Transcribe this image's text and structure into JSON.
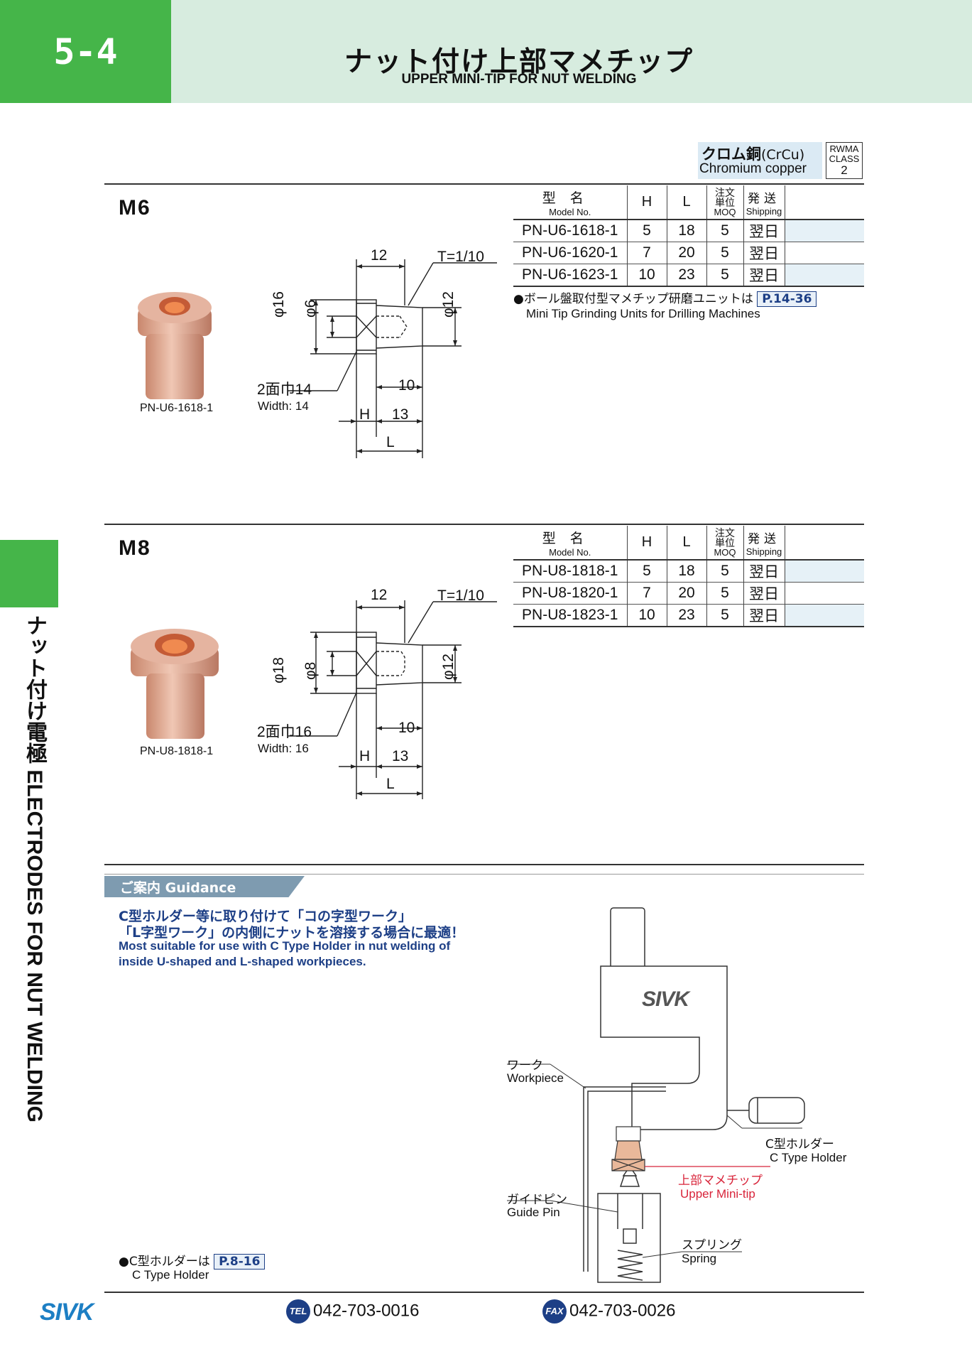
{
  "header": {
    "section_number": "5-4",
    "title_jp": "ナット付け上部マメチップ",
    "title_en": "UPPER MINI-TIP FOR NUT WELDING"
  },
  "side_tab": {
    "label": "ナット付け電極 ELECTRODES FOR NUT WELDING"
  },
  "material": {
    "name_jp": "クロム銅",
    "code": "(CrCu)",
    "name_en": "Chromium copper",
    "rwma_label": "RWMA",
    "class_label": "CLASS",
    "class_value": "2"
  },
  "table_headers": {
    "model_jp": "型名",
    "model_en": "Model No.",
    "h": "H",
    "l": "L",
    "moq_jp1": "注文",
    "moq_jp2": "単位",
    "moq_en": "MOQ",
    "ship_jp": "発送",
    "ship_en": "Shipping"
  },
  "m6": {
    "title": "M6",
    "photo_caption": "PN-U6-1618-1",
    "rows": [
      {
        "model": "PN-U6-1618-1",
        "h": "5",
        "l": "18",
        "moq": "5",
        "ship": "翌日"
      },
      {
        "model": "PN-U6-1620-1",
        "h": "7",
        "l": "20",
        "moq": "5",
        "ship": "翌日"
      },
      {
        "model": "PN-U6-1623-1",
        "h": "10",
        "l": "23",
        "moq": "5",
        "ship": "翌日"
      }
    ],
    "dims": {
      "top": "12",
      "taper": "T=1/10",
      "outer": "φ16",
      "inner": "φ6",
      "tip": "φ12",
      "width_jp": "2面巾14",
      "width_en": "Width: 14",
      "d10": "10",
      "d13": "13",
      "h": "H",
      "l": "L"
    },
    "note_jp": "●ボール盤取付型マメチップ研磨ユニットは",
    "note_ref": "P.14-36",
    "note_en": "Mini Tip Grinding Units for Drilling Machines"
  },
  "m8": {
    "title": "M8",
    "photo_caption": "PN-U8-1818-1",
    "rows": [
      {
        "model": "PN-U8-1818-1",
        "h": "5",
        "l": "18",
        "moq": "5",
        "ship": "翌日"
      },
      {
        "model": "PN-U8-1820-1",
        "h": "7",
        "l": "20",
        "moq": "5",
        "ship": "翌日"
      },
      {
        "model": "PN-U8-1823-1",
        "h": "10",
        "l": "23",
        "moq": "5",
        "ship": "翌日"
      }
    ],
    "dims": {
      "top": "12",
      "taper": "T=1/10",
      "outer": "φ18",
      "inner": "φ8",
      "tip": "φ12",
      "width_jp": "2面巾16",
      "width_en": "Width: 16",
      "d10": "10",
      "d13": "13",
      "h": "H",
      "l": "L"
    }
  },
  "guidance": {
    "tab": "ご案内 Guidance",
    "line1_jp": "C型ホルダー等に取り付けて「コの字型ワーク」",
    "line2_jp": "「L字型ワーク」の内側にナットを溶接する場合に最適！",
    "line1_en": "Most suitable for use with C Type Holder in nut welding of",
    "line2_en": "inside U-shaped and L-shaped workpieces.",
    "holder_note_jp": "●C型ホルダーは",
    "holder_ref": "P.8-16",
    "holder_note_en": "C Type Holder",
    "diagram": {
      "logo": "SIVK",
      "work_jp": "ワーク",
      "work_en": "Workpiece",
      "holder_jp": "C型ホルダー",
      "holder_en": "C Type Holder",
      "tip_jp": "上部マメチップ",
      "tip_en": "Upper Mini-tip",
      "pin_jp": "ガイドピン",
      "pin_en": "Guide Pin",
      "spring_jp": "スプリング",
      "spring_en": "Spring"
    }
  },
  "footer": {
    "logo": "SIVK",
    "tel_label": "TEL",
    "tel": "042-703-0016",
    "fax_label": "FAX",
    "fax": "042-703-0026"
  },
  "colors": {
    "green": "#45b549",
    "header_band": "#d7ecdf",
    "navy": "#1d3f86",
    "tip_red": "#d8243a",
    "copper": "#c9876d"
  }
}
